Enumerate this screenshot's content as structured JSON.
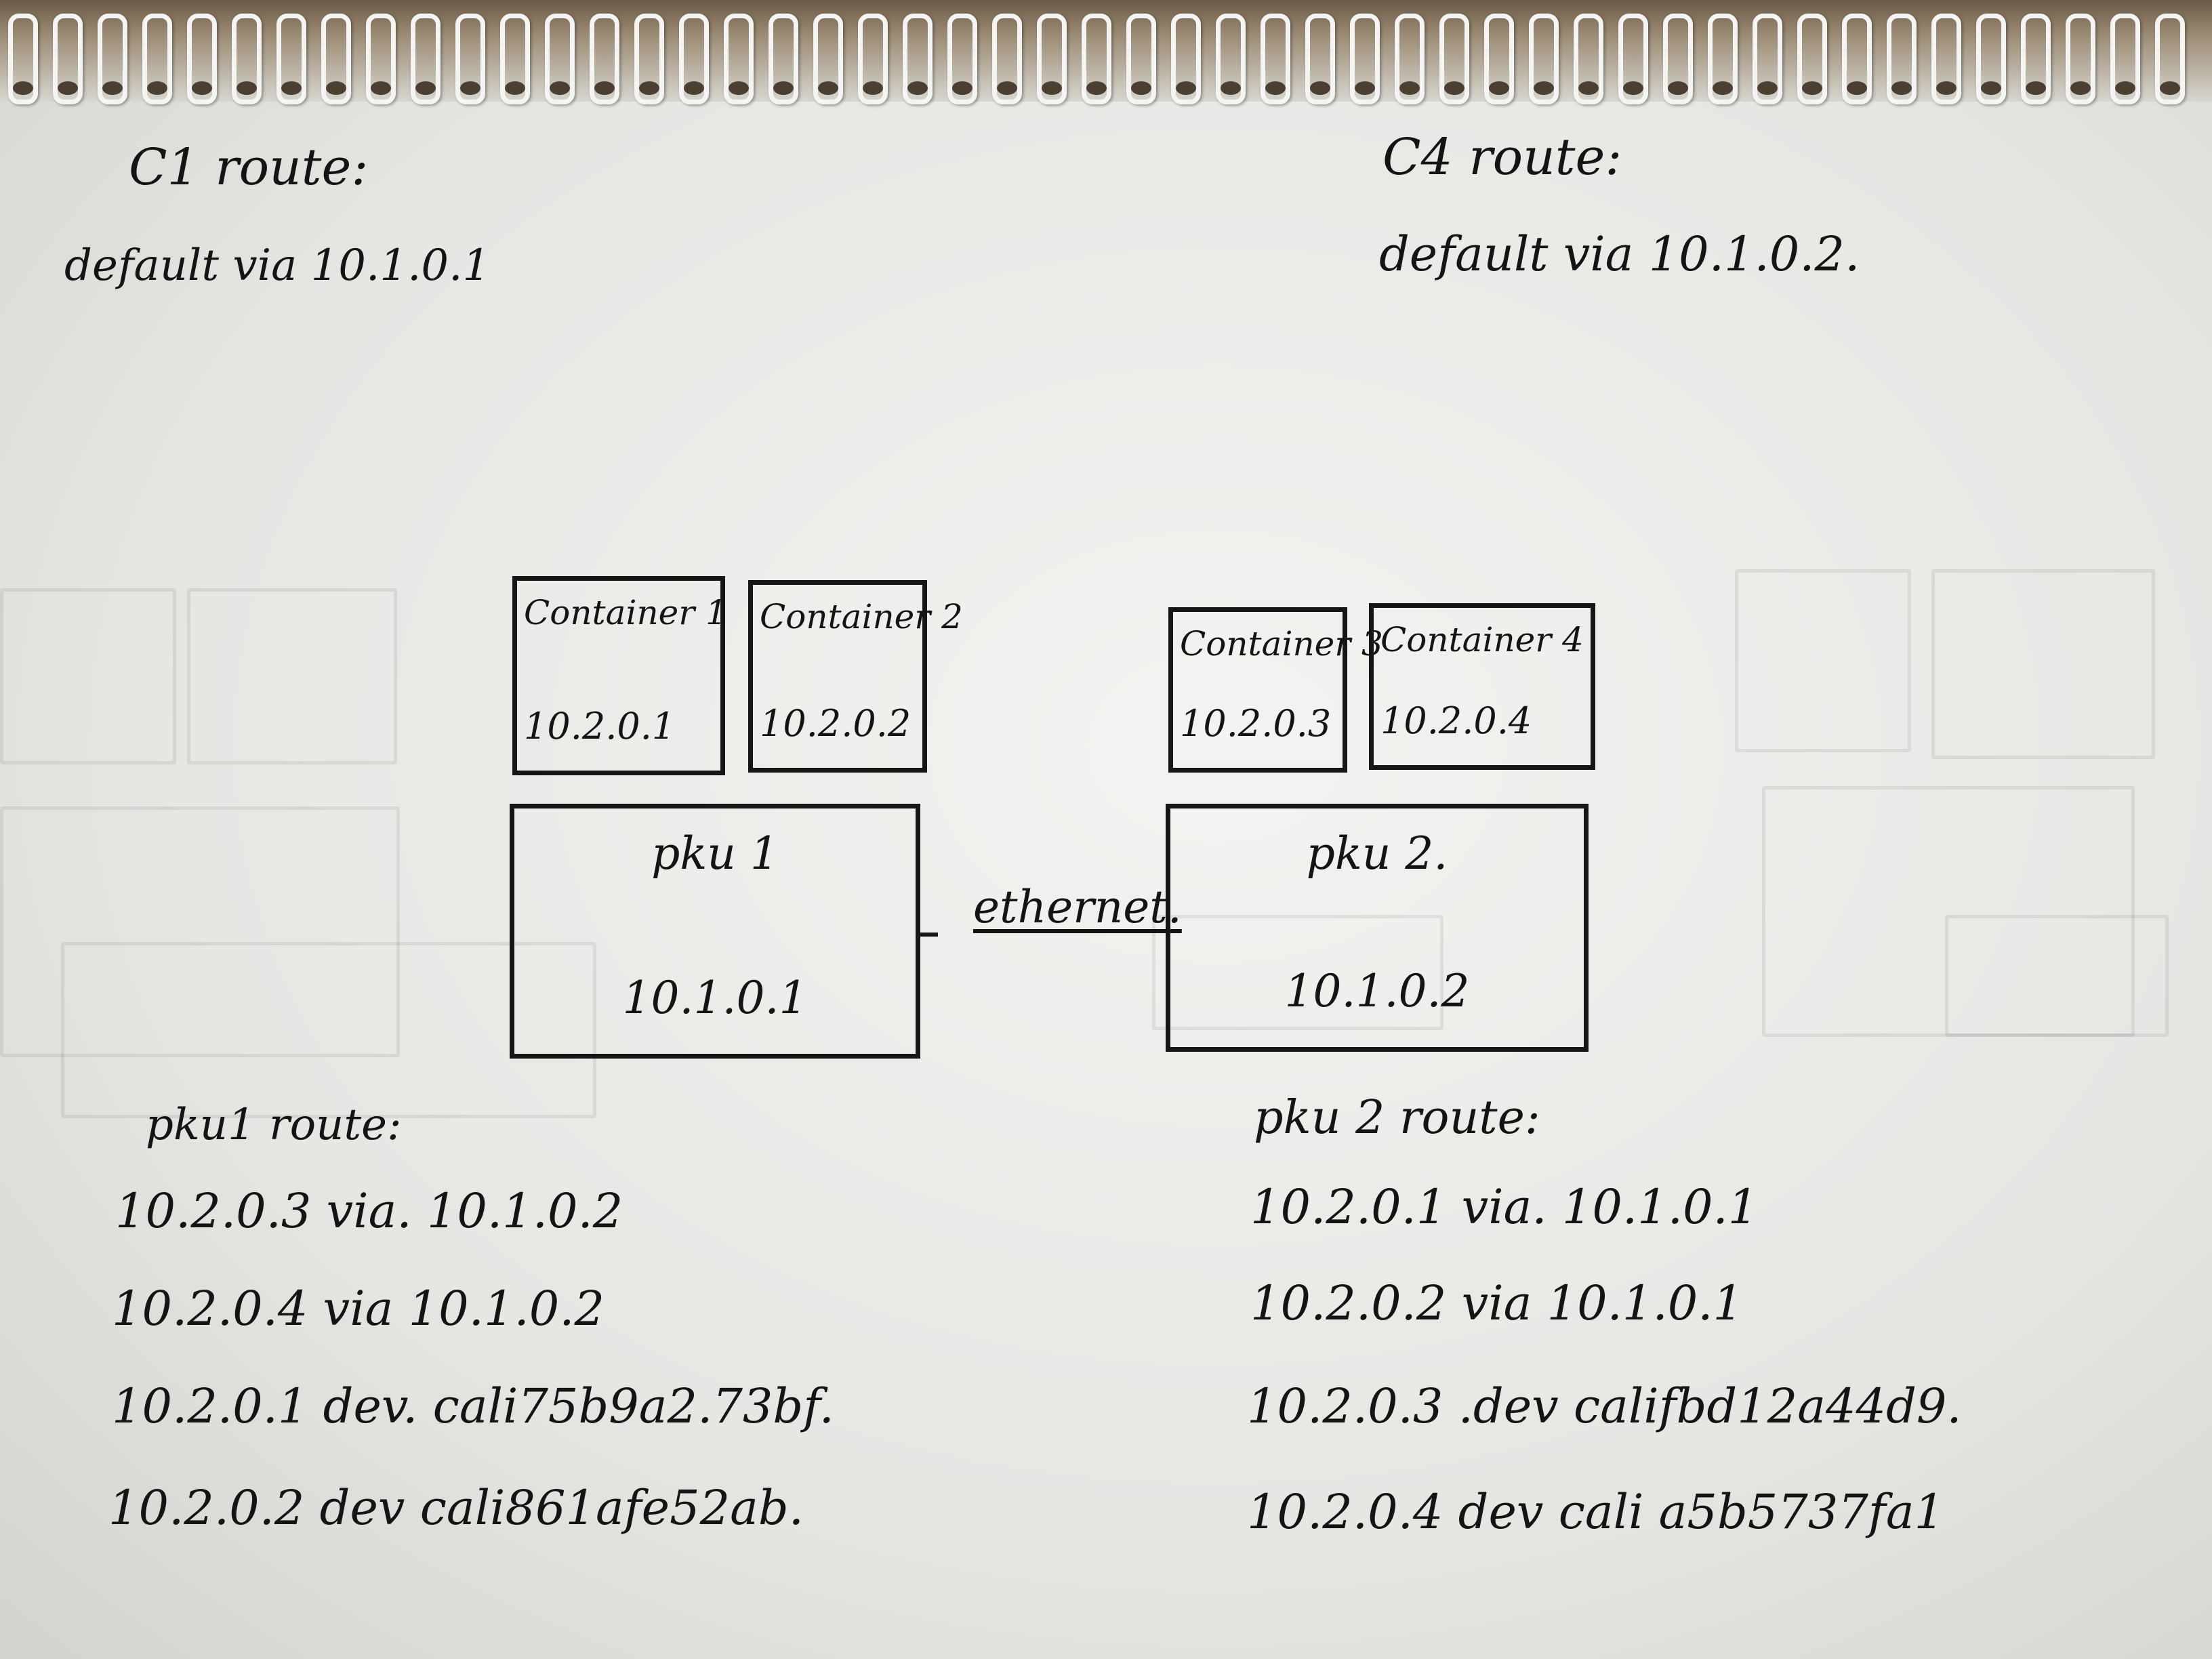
{
  "notes": {
    "c1_route_title": "C1 route:",
    "c1_route_default": "default via 10.1.0.1",
    "c4_route_title": "C4 route:",
    "c4_route_default": "default via 10.1.0.2."
  },
  "containers": [
    {
      "name": "Container 1",
      "ip": "10.2.0.1"
    },
    {
      "name": "Container 2",
      "ip": "10.2.0.2"
    },
    {
      "name": "Container 3",
      "ip": "10.2.0.3"
    },
    {
      "name": "Container 4",
      "ip": "10.2.0.4"
    }
  ],
  "hosts": [
    {
      "name": "pku 1",
      "ip": "10.1.0.1"
    },
    {
      "name": "pku 2.",
      "ip": "10.1.0.2"
    }
  ],
  "link": {
    "label": "ethernet."
  },
  "pku1_route": {
    "title": "pku1 route:",
    "entries": [
      "10.2.0.3 via. 10.1.0.2",
      "10.2.0.4 via 10.1.0.2",
      "10.2.0.1 dev. cali75b9a2.73bf.",
      "10.2.0.2 dev cali861afe52ab."
    ]
  },
  "pku2_route": {
    "title": "pku 2 route:",
    "entries": [
      "10.2.0.1 via. 10.1.0.1",
      "10.2.0.2 via 10.1.0.1",
      "10.2.0.3 .dev califbd12a44d9.",
      "10.2.0.4 dev cali a5b5737fa1"
    ]
  }
}
